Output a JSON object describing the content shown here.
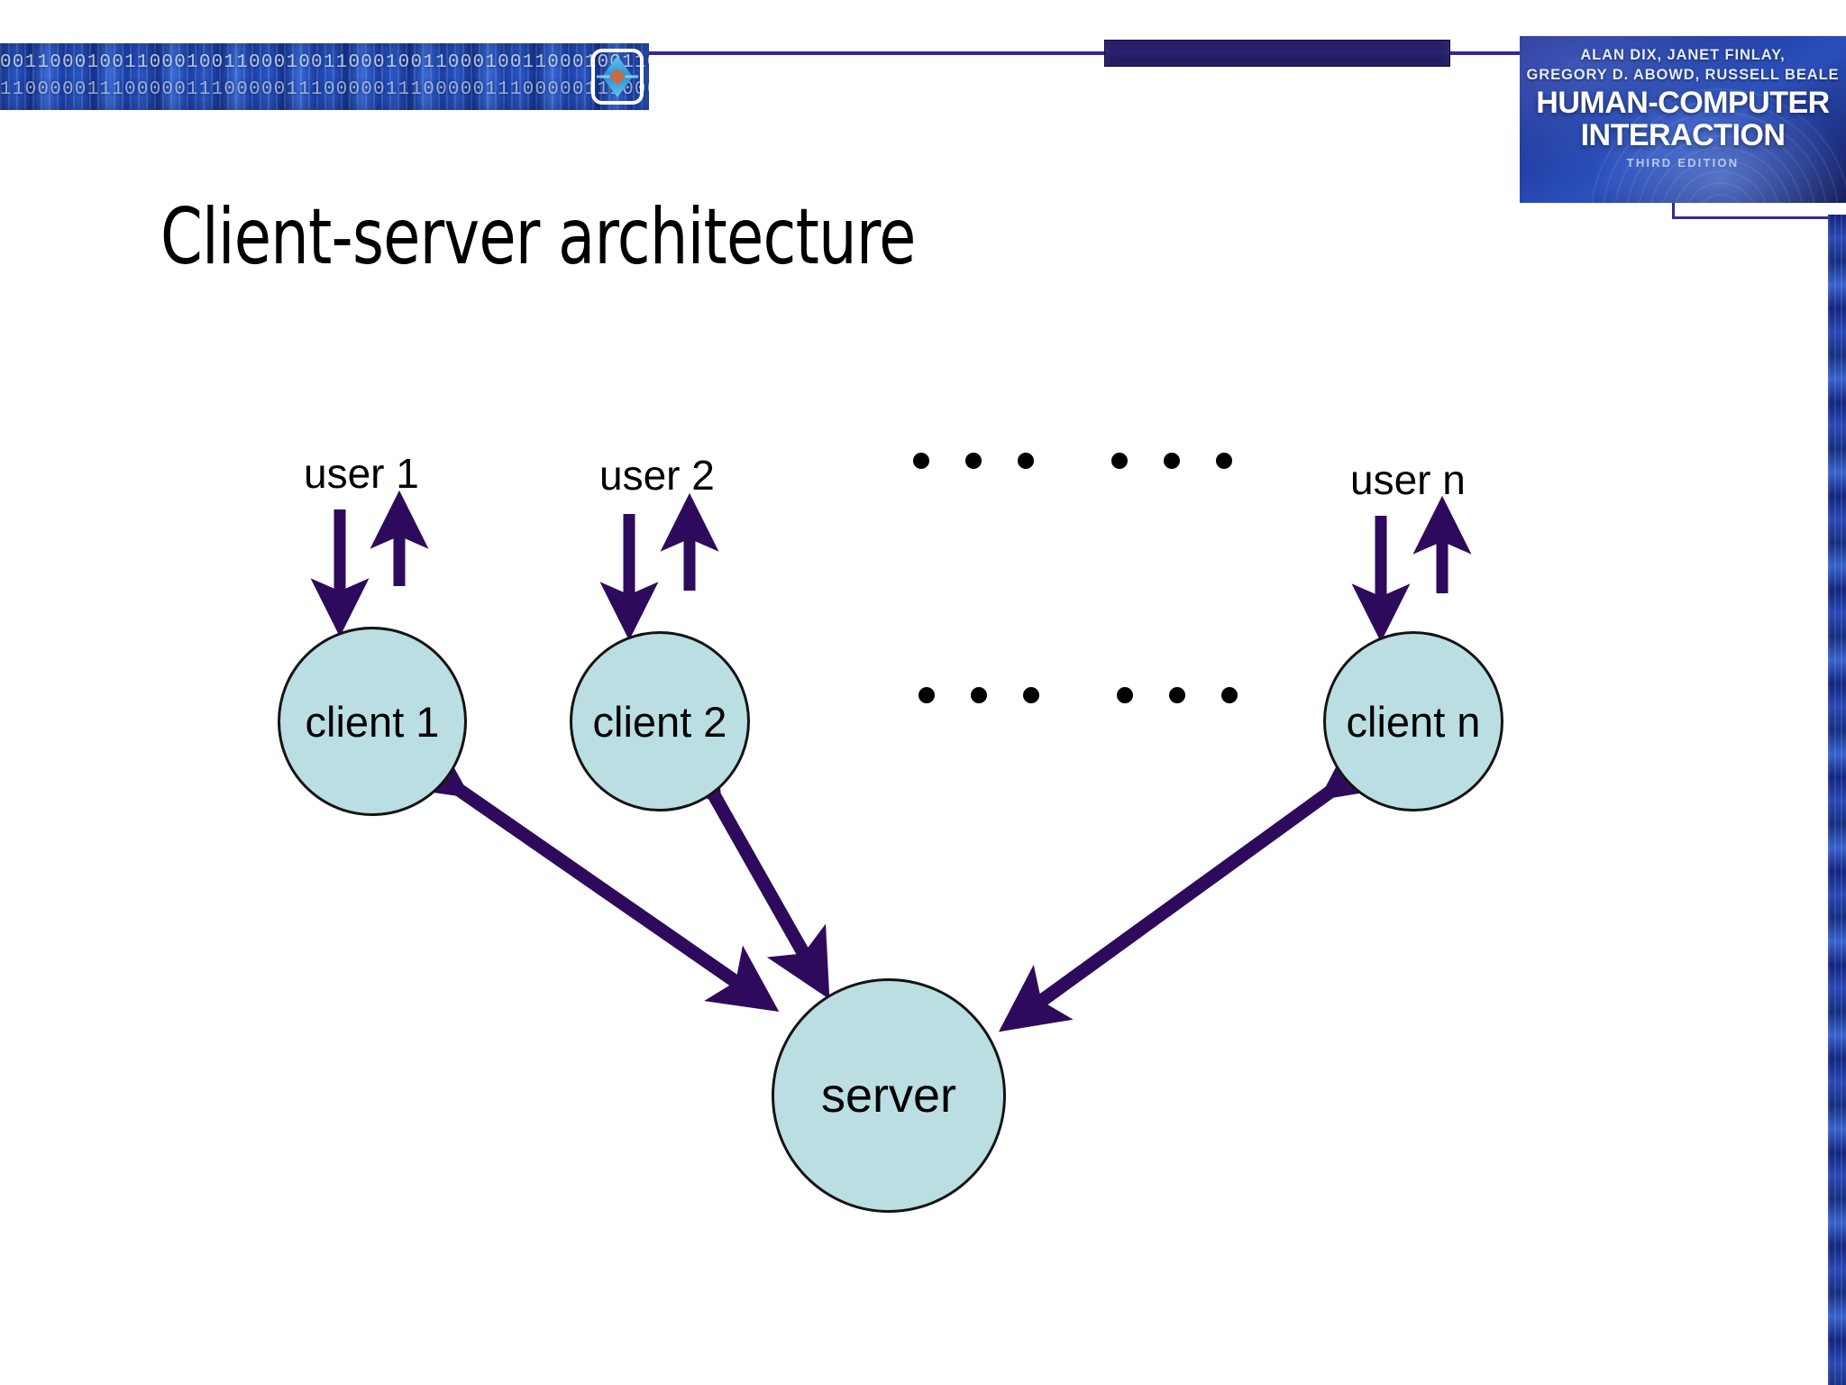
{
  "slide": {
    "title": "Client-server architecture",
    "background_color": "#ffffff"
  },
  "header": {
    "binary_strip_text": "0011000100110001001100010011000100110001001100010011000100110001001100010011000100110001",
    "binary_strip_text2": "1100000111000001110000011100000111000001110000011100000111000001110000011100000111000001",
    "motif_icon": "diamond-compass-icon",
    "rule_color": "#3b2596",
    "block_color": "#221a5e"
  },
  "book_cover": {
    "authors_line1": "ALAN DIX, JANET FINLAY,",
    "authors_line2": "GREGORY D. ABOWD, RUSSELL BEALE",
    "title_line1": "HUMAN-COMPUTER",
    "title_line2": "INTERACTION",
    "edition": "THIRD EDITION"
  },
  "colors": {
    "node_fill": "#bbdee2",
    "node_stroke": "#141414",
    "arrow": "#2e0a5c",
    "text": "#000000",
    "accent_blue": "#1d3296",
    "accent_purple": "#3b2596"
  },
  "diagram": {
    "type": "client-server-architecture",
    "users": [
      {
        "label": "user 1"
      },
      {
        "label": "user 2"
      },
      {
        "label": "user n"
      }
    ],
    "clients": [
      {
        "label": "client 1"
      },
      {
        "label": "client 2"
      },
      {
        "label": "client n"
      }
    ],
    "server": {
      "label": "server"
    },
    "ellipsis_rows": 2,
    "ellipsis_dots_per_row": 6,
    "connections": [
      {
        "from": "user 1",
        "to": "client 1",
        "style": "pair-down-up"
      },
      {
        "from": "user 2",
        "to": "client 2",
        "style": "pair-down-up"
      },
      {
        "from": "user n",
        "to": "client n",
        "style": "pair-down-up"
      },
      {
        "from": "client 1",
        "to": "server",
        "style": "double-headed"
      },
      {
        "from": "client 2",
        "to": "server",
        "style": "double-headed"
      },
      {
        "from": "client n",
        "to": "server",
        "style": "double-headed"
      }
    ]
  }
}
